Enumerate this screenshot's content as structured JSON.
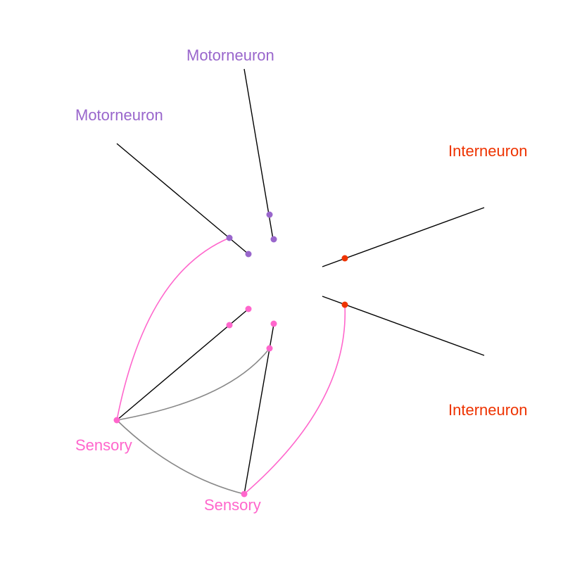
{
  "colors": {
    "motorneuron": "#9966cc",
    "interneuron": "#ee3300",
    "sensory": "#ff66cc",
    "axis": "#000000",
    "link_gray": "#888888"
  },
  "labels": {
    "motor_a": "Motorneuron",
    "motor_b": "Motorneuron",
    "inter_a": "Interneuron",
    "inter_b": "Interneuron",
    "sensory_a": "Sensory",
    "sensory_b": "Sensory"
  }
}
